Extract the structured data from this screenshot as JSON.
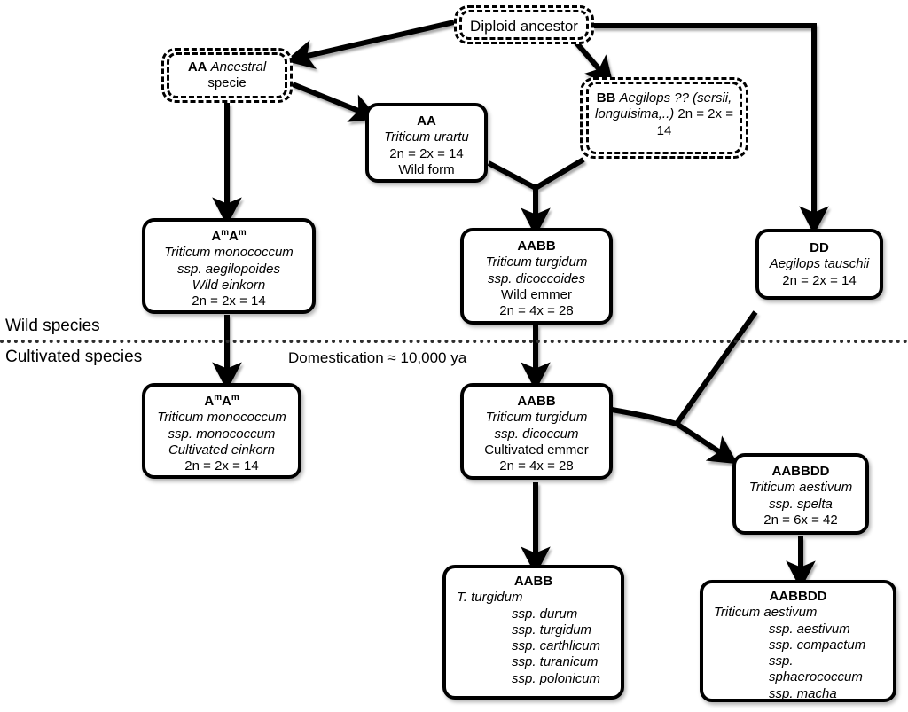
{
  "diagram": {
    "title_hidden": "",
    "labels": {
      "wild_species": "Wild species",
      "cultivated_species": "Cultivated species",
      "domestication": "Domestication ≈ 10,000 ya"
    },
    "nodes": {
      "diploid_ancestor": {
        "lines": [
          {
            "text": "Diploid ancestor",
            "style": "regular"
          }
        ]
      },
      "aa_ancestral": {
        "lines": [
          {
            "text": "AA",
            "style": "bold"
          },
          {
            "text": "Ancestral specie",
            "style": "italic-partial",
            "italic_part": "Ancestral",
            "regular_part": " specie"
          }
        ]
      },
      "aa_urartu": {
        "lines": [
          {
            "text": "AA",
            "style": "bold"
          },
          {
            "text": "Triticum urartu",
            "style": "italic"
          },
          {
            "text": "2n = 2x = 14",
            "style": "regular"
          },
          {
            "text": "Wild form",
            "style": "regular"
          }
        ]
      },
      "bb_aegilops": {
        "lines": [
          {
            "text": "BB",
            "style": "bold"
          },
          {
            "text": "Aegilops ??",
            "style": "italic"
          },
          {
            "text": "(sersii, longuisima,..)",
            "style": "italic"
          },
          {
            "text": "2n = 2x = 14",
            "style": "regular"
          }
        ]
      },
      "wild_einkorn": {
        "lines": [
          {
            "text": "AmAm",
            "style": "bold-superscript-m"
          },
          {
            "text": "Triticum monococcum",
            "style": "italic"
          },
          {
            "text": "ssp. aegilopoides",
            "style": "italic"
          },
          {
            "text": "Wild einkorn",
            "style": "italic"
          },
          {
            "text": "2n = 2x = 14",
            "style": "regular"
          }
        ]
      },
      "wild_emmer": {
        "lines": [
          {
            "text": "AABB",
            "style": "bold"
          },
          {
            "text": "Triticum turgidum",
            "style": "italic"
          },
          {
            "text": "ssp. dicoccoides",
            "style": "italic"
          },
          {
            "text": "Wild emmer",
            "style": "regular"
          },
          {
            "text": "2n = 4x = 28",
            "style": "regular"
          }
        ]
      },
      "dd_tauschii": {
        "lines": [
          {
            "text": "DD",
            "style": "bold"
          },
          {
            "text": "Aegilops tauschii",
            "style": "italic"
          },
          {
            "text": "2n = 2x = 14",
            "style": "regular"
          }
        ]
      },
      "cultivated_einkorn": {
        "lines": [
          {
            "text": "AmAm",
            "style": "bold-superscript-m"
          },
          {
            "text": "Triticum monococcum",
            "style": "italic"
          },
          {
            "text": "ssp. monococcum",
            "style": "italic"
          },
          {
            "text": "Cultivated einkorn",
            "style": "italic"
          },
          {
            "text": "2n = 2x = 14",
            "style": "regular"
          }
        ]
      },
      "cultivated_emmer": {
        "lines": [
          {
            "text": "AABB",
            "style": "bold"
          },
          {
            "text": "Triticum turgidum",
            "style": "italic"
          },
          {
            "text": "ssp. dicoccum",
            "style": "italic"
          },
          {
            "text": "Cultivated emmer",
            "style": "regular"
          },
          {
            "text": "2n = 4x = 28",
            "style": "regular"
          }
        ]
      },
      "spelta": {
        "lines": [
          {
            "text": "AABBDD",
            "style": "bold"
          },
          {
            "text": "Triticum aestivum",
            "style": "italic"
          },
          {
            "text": "ssp. spelta",
            "style": "italic"
          },
          {
            "text": "2n = 6x = 42",
            "style": "regular"
          }
        ]
      },
      "turgidum_group": {
        "header": "AABB",
        "genus": "T. turgidum",
        "subspecies": [
          "ssp. durum",
          "ssp. turgidum",
          "ssp. carthlicum",
          "ssp. turanicum",
          "ssp. polonicum"
        ]
      },
      "aestivum_group": {
        "header": "AABBDD",
        "genus": "Triticum aestivum",
        "subspecies": [
          "ssp. aestivum",
          "ssp. compactum",
          "ssp. sphaerococcum",
          "ssp. macha"
        ]
      }
    },
    "colors": {
      "line": "#000000",
      "box_fill": "#ffffff",
      "divider": "#2e2e2e"
    }
  }
}
